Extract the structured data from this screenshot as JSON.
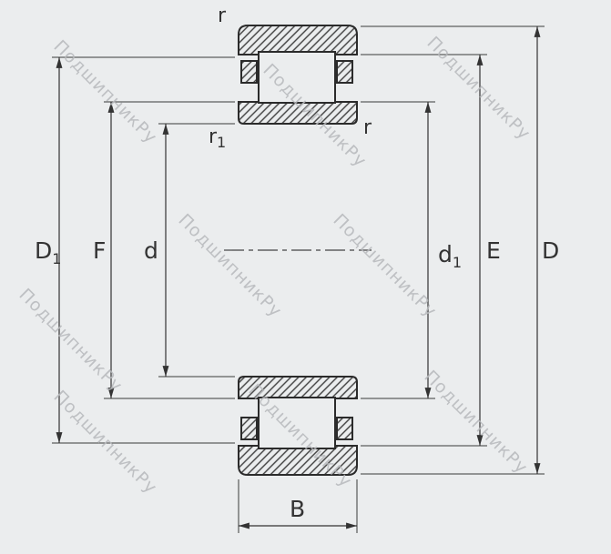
{
  "diagram": {
    "type": "bearing-cross-section",
    "dimension_labels": {
      "r_top": "r",
      "r1_base": "r",
      "r1_sub": "1",
      "r_right": "r",
      "D1_base": "D",
      "D1_sub": "1",
      "F": "F",
      "d": "d",
      "d1_base": "d",
      "d1_sub": "1",
      "E": "E",
      "D": "D",
      "B": "B"
    },
    "watermark": {
      "text": "ПодшипникРу",
      "color": "#b7b9bc"
    },
    "colors": {
      "background": "#ebedee",
      "line": "#2b2b2b",
      "dimension": "#333333"
    }
  }
}
